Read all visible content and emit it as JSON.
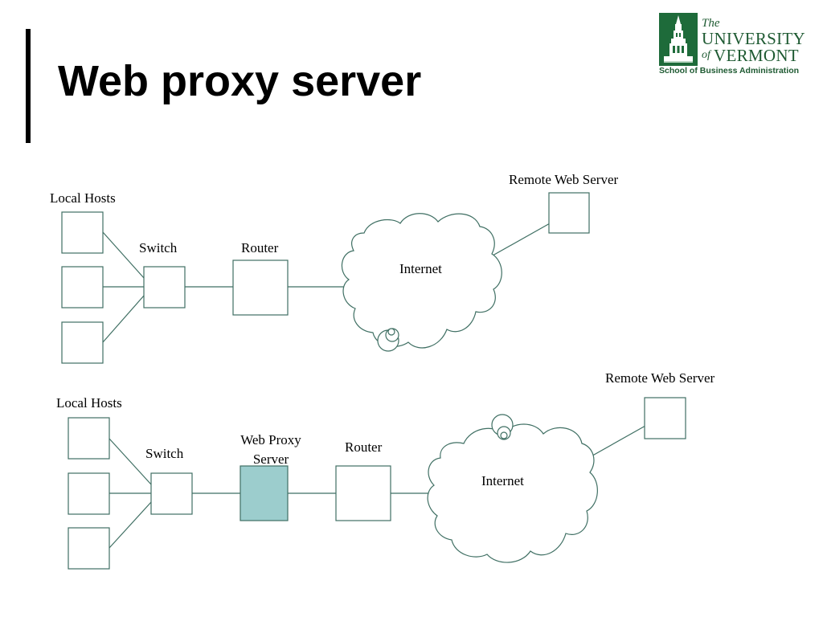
{
  "slide": {
    "title": "Web proxy server"
  },
  "logo": {
    "the": "The",
    "university": "UNIVERSITY",
    "of": "of",
    "vermont": "VERMONT",
    "school": "School of Business Administration",
    "colors": {
      "brand_green": "#1e5a32",
      "crest_green": "#1e6b3a"
    }
  },
  "diagram_top": {
    "local_hosts_label": "Local Hosts",
    "switch_label": "Switch",
    "router_label": "Router",
    "internet_label": "Internet",
    "remote_server_label": "Remote Web Server"
  },
  "diagram_bottom": {
    "local_hosts_label": "Local Hosts",
    "switch_label": "Switch",
    "proxy_label_line1": "Web Proxy",
    "proxy_label_line2": "Server",
    "router_label": "Router",
    "internet_label": "Internet",
    "remote_server_label": "Remote Web Server"
  },
  "colors": {
    "line": "#3f6f63",
    "proxy_fill": "#9ccdcd"
  }
}
